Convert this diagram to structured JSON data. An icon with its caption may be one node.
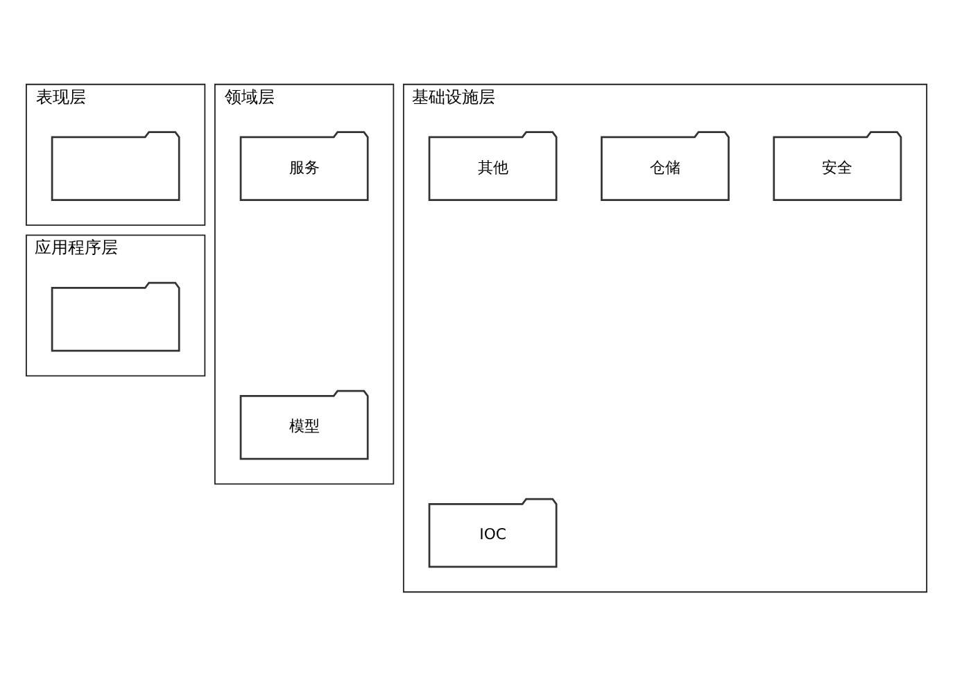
{
  "diagram": {
    "nodes": [
      {
        "text": [
          "表现层"
        ]
      },
      {
        "text": [],
        "shape": "folder",
        "in": 0
      },
      {
        "text": [
          "应用程序层"
        ]
      },
      {
        "text": [],
        "shape": "folder",
        "in": 2
      },
      {
        "text": [
          "领域层"
        ]
      },
      {
        "text": [
          "模型"
        ],
        "in": 4
      },
      {
        "text": [
          "服务"
        ],
        "in": 4
      },
      {
        "text": [
          "基础设施层"
        ]
      },
      {
        "text": [
          "IOC"
        ],
        "in": 7
      },
      {
        "text": [
          "安全"
        ],
        "in": 7
      },
      {
        "text": [
          "仓储"
        ],
        "in": 7
      },
      {
        "text": [
          "其他"
        ],
        "in": 7
      }
    ]
  }
}
